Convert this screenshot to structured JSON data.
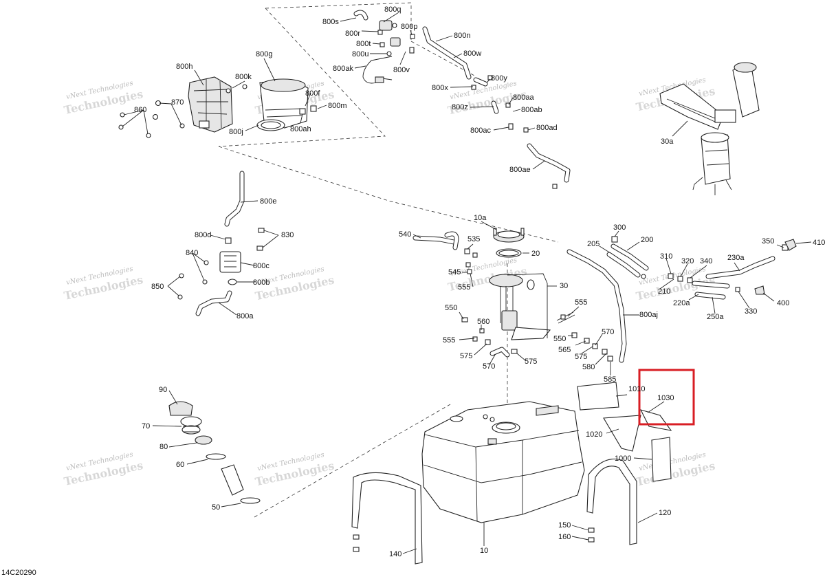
{
  "diagram_code": "14C20290",
  "watermark": {
    "line1": "vNext Technologies",
    "line2": "Technologies"
  },
  "highlight": {
    "color": "#d81e24",
    "label": "1030"
  },
  "labels": {
    "l800s": "800s",
    "l800q": "800q",
    "l800r": "800r",
    "l800p": "800p",
    "l800n": "800n",
    "l800t": "800t",
    "l800u": "800u",
    "l800w": "800w",
    "l800ak": "800ak",
    "l800v": "800v",
    "l800g": "800g",
    "l800h": "800h",
    "l800k": "800k",
    "l800f": "800f",
    "l800m": "800m",
    "l870": "870",
    "l860": "860",
    "l800ah": "800ah",
    "l800j": "800j",
    "l800y": "800y",
    "l800x": "800x",
    "l800aa": "800aa",
    "l800z": "800z",
    "l800ab": "800ab",
    "l800ac": "800ac",
    "l800ad": "800ad",
    "l800ae": "800ae",
    "l30a": "30a",
    "l800e": "800e",
    "l800d": "800d",
    "l830": "830",
    "l840": "840",
    "l800c": "800c",
    "l800b": "800b",
    "l850": "850",
    "l800a": "800a",
    "l540": "540",
    "l10a": "10a",
    "l535": "535",
    "l20": "20",
    "l545": "545",
    "l555a": "555",
    "l30": "30",
    "l550a": "550",
    "l560": "560",
    "l555b": "555",
    "l575a": "575",
    "l570a": "570",
    "l575b": "575",
    "l555c": "555",
    "l550b": "550",
    "l570b": "570",
    "l565": "565",
    "l575c": "575",
    "l580": "580",
    "l585": "585",
    "l800aj": "800aj",
    "l300": "300",
    "l205": "205",
    "l200": "200",
    "l310": "310",
    "l320": "320",
    "l340": "340",
    "l230a": "230a",
    "l350": "350",
    "l410": "410",
    "l210": "210",
    "l220a": "220a",
    "l250a": "250a",
    "l330": "330",
    "l400": "400",
    "l1010": "1010",
    "l1030": "1030",
    "l1020": "1020",
    "l1000": "1000",
    "l90": "90",
    "l70": "70",
    "l80": "80",
    "l60": "60",
    "l50": "50",
    "l140": "140",
    "l10": "10",
    "l150": "150",
    "l160": "160",
    "l120": "120"
  }
}
